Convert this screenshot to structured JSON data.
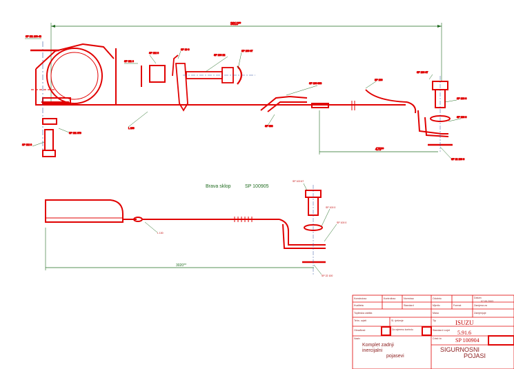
{
  "drawing": {
    "top_overall_dim": "3810**",
    "top_sub_dim": "475**",
    "bottom_overall_dim": "3020**",
    "lower_assembly_title": "Brava sklop",
    "lower_assembly_code": "SP 100905",
    "leader_labels_top": {
      "washer_left": "SP 111 100-43",
      "bolt_bottom_left": "SP 111 970",
      "nut_bottom_left": "SP 112 0",
      "spacer": "SP 111 0",
      "bracket": "SP 10 0",
      "bolt_mid": "SP 100 22",
      "cap": "SP 100 67",
      "cable_left": "L 100",
      "buckle": "SP 100 000",
      "clip": "SP 100",
      "stalk": "SP 000",
      "bolt_right": "SP 100 67",
      "washer_right": "SP 100 0",
      "plate_right": "SP 100 0",
      "nut_right": "SP 22 100 0"
    },
    "leader_labels_bottom": {
      "bolt": "SP 100 67",
      "washer": "SP 100 0",
      "plate": "SP 100 0",
      "cable": "L 100",
      "nut": "SP 22 100"
    }
  },
  "title_block": {
    "headers": [
      "Konstruirao",
      "Kontrolirao",
      "Normirao",
      "Odobrio",
      "Datum"
    ],
    "date": "07.05.2003",
    "row2": [
      "Kvaliteta",
      "Standard",
      "Mjerilo",
      "Format",
      "Zamjena za"
    ],
    "row3_left": "Toplinska zaštita",
    "row3_right_a": "Masa",
    "row3_right_b": "Zamjenjuje",
    "row4_left": "Tehn. uvjeti",
    "row4_mid": "Sl. rješenje",
    "row4_right": "Tip",
    "vehicle_brand": "ISUZU",
    "row5_left": "Obrađivač",
    "row5_mid": "Za ovjerenu kontrolu",
    "row5_right": "Standard i uvjet",
    "vehicle_model": "5.91.6",
    "naziv_label": "Naziv",
    "part_name_line1": "Komplet zadnji",
    "part_name_line2": "inercijalni",
    "part_name_line3": "pojasevi",
    "crtez_label": "Crtež br.",
    "drawing_number": "SP 100904",
    "product_line1": "SIGURNOSNI",
    "product_line2": "POJASI"
  }
}
